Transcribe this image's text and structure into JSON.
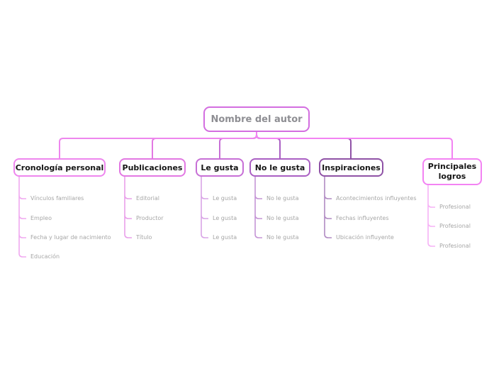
{
  "diagram": {
    "type": "mindmap",
    "background_color": "#ffffff",
    "leaf_text_color": "#a6a6a6",
    "node_title_color": "#161616"
  },
  "root": {
    "label": "Nombre del autor",
    "border_color": "#d36ee0",
    "text_color": "#8e8e93"
  },
  "branches": [
    {
      "title": "Cronología personal",
      "color": "#ee86ee",
      "leaf_color": "#f0a9f0",
      "children": [
        "Vínculos familiares",
        "Empleo",
        "Fecha y lugar de nacimiento",
        "Educación"
      ]
    },
    {
      "title": "Publicaciones",
      "color": "#e278e2",
      "leaf_color": "#e9a0ea",
      "children": [
        "Editorial",
        "Productor",
        "Título"
      ]
    },
    {
      "title": "Le gusta",
      "color": "#c76fd6",
      "leaf_color": "#d9a5e6",
      "children": [
        "Le gusta",
        "Le gusta",
        "Le gusta"
      ]
    },
    {
      "title": "No le gusta",
      "color": "#aa5fc3",
      "leaf_color": "#c595d6",
      "children": [
        "No le gusta",
        "No le gusta",
        "No le gusta"
      ]
    },
    {
      "title": "Inspiraciones",
      "color": "#8f52a6",
      "leaf_color": "#b18bc3",
      "children": [
        "Acontecimientos influyentes",
        "Fechas influyentes",
        "Ubicación influyente"
      ]
    },
    {
      "title": "Principales logros",
      "color": "#f383f3",
      "leaf_color": "#f6b3f6",
      "children": [
        "Profesional",
        "Profesional",
        "Profesional"
      ]
    }
  ]
}
